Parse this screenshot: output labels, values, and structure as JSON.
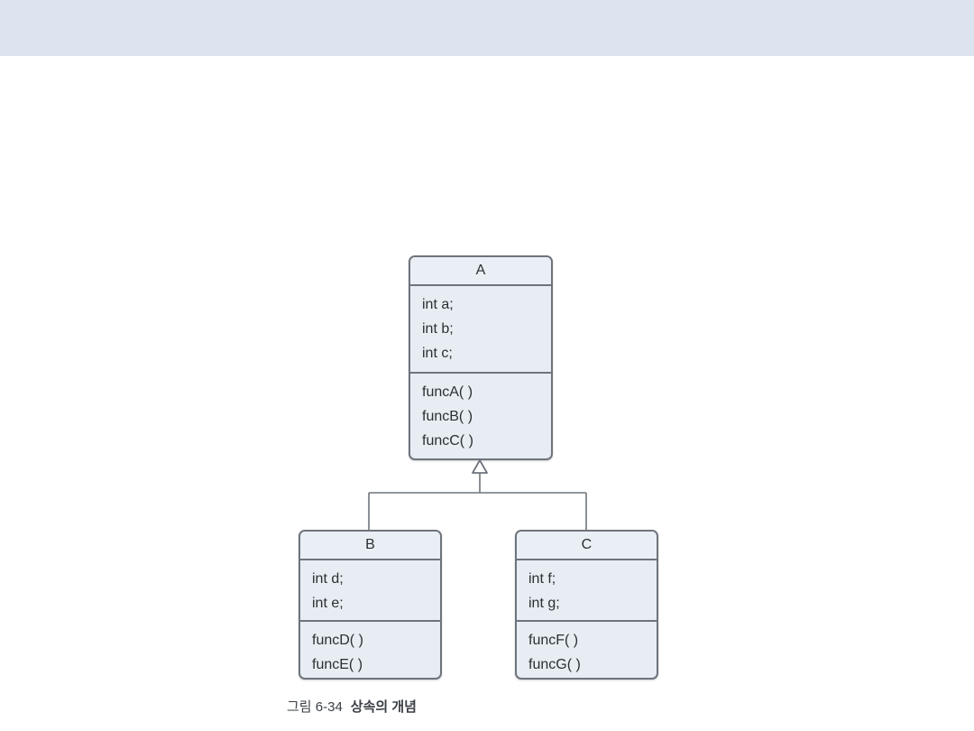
{
  "page": {
    "background_color": "#ffffff",
    "banner_color": "#dce4f0"
  },
  "diagram": {
    "kind": "uml-class-diagram",
    "relationship": "generalization",
    "box_fill": "#e7edf3",
    "box_border": "#6e747c",
    "classes": [
      {
        "id": "A",
        "name": "A",
        "role": "superclass",
        "attributes": [
          "int a;",
          "int b;",
          "int c;"
        ],
        "methods": [
          "funcA( )",
          "funcB( )",
          "funcC( )"
        ]
      },
      {
        "id": "B",
        "name": "B",
        "role": "subclass",
        "attributes": [
          "int d;",
          "int e;"
        ],
        "methods": [
          "funcD( )",
          "funcE( )"
        ]
      },
      {
        "id": "C",
        "name": "C",
        "role": "subclass",
        "attributes": [
          "int f;",
          "int g;"
        ],
        "methods": [
          "funcF( )",
          "funcG( )"
        ]
      }
    ],
    "connector": {
      "type": "inheritance-arrow",
      "arrowhead": "hollow-triangle",
      "arrowhead_fill": "#ffffff",
      "line_color": "#6e747c",
      "from": [
        "B",
        "C"
      ],
      "to": "A"
    }
  },
  "caption": {
    "number": "그림 6-34",
    "title": "상속의 개념"
  }
}
